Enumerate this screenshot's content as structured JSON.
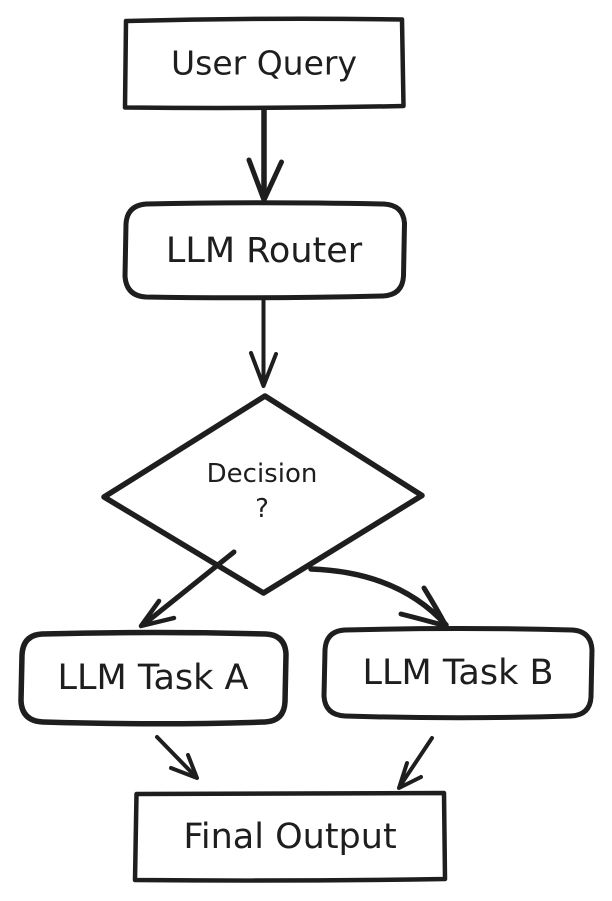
{
  "diagram": {
    "background_color": "#ffffff",
    "stroke_color": "#1e1e1e",
    "nodes": [
      {
        "id": "user-query",
        "label": "User Query",
        "shape": "rectangle"
      },
      {
        "id": "llm-router",
        "label": "LLM Router",
        "shape": "rounded-rectangle"
      },
      {
        "id": "decision",
        "label": "Decision",
        "label_line2": "?",
        "shape": "diamond"
      },
      {
        "id": "llm-task-a",
        "label": "LLM Task A",
        "shape": "rounded-rectangle"
      },
      {
        "id": "llm-task-b",
        "label": "LLM Task B",
        "shape": "rounded-rectangle"
      },
      {
        "id": "final-output",
        "label": "Final Output",
        "shape": "rectangle"
      }
    ],
    "edges": [
      {
        "from": "user-query",
        "to": "llm-router",
        "style": "straight-vertical"
      },
      {
        "from": "llm-router",
        "to": "decision",
        "style": "straight-vertical"
      },
      {
        "from": "decision",
        "to": "llm-task-a",
        "style": "straight-diagonal"
      },
      {
        "from": "decision",
        "to": "llm-task-b",
        "style": "curved"
      },
      {
        "from": "llm-task-a",
        "to": "final-output",
        "style": "straight-diagonal"
      },
      {
        "from": "llm-task-b",
        "to": "final-output",
        "style": "straight-diagonal"
      }
    ]
  }
}
